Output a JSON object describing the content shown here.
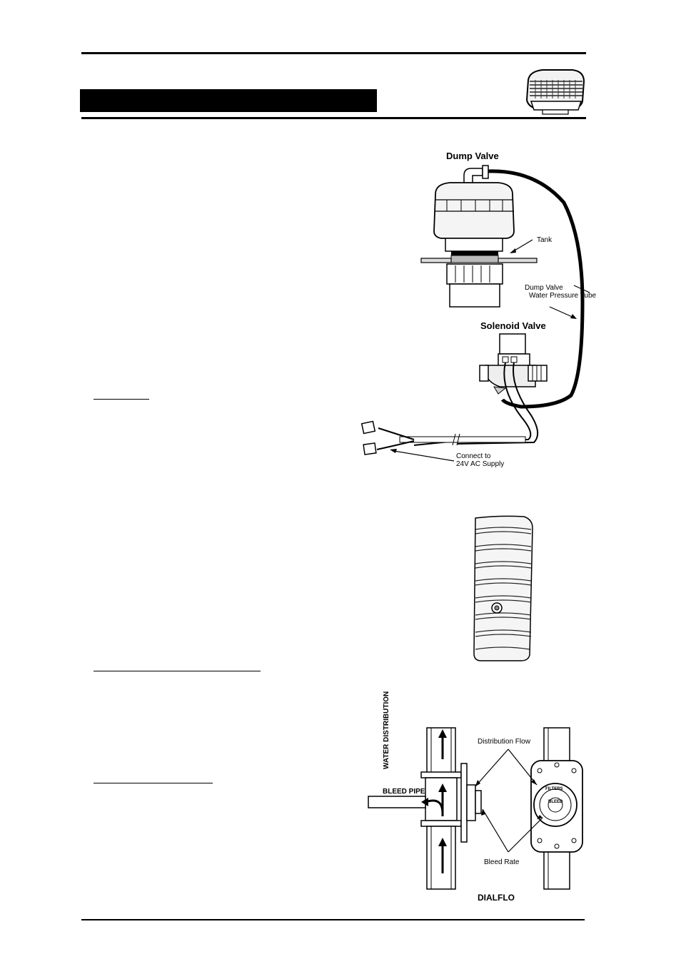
{
  "figures": {
    "dump_valve": {
      "title": "Dump Valve",
      "tank_label": "Tank",
      "tube_label_line1": "Dump Valve",
      "tube_label_line2": "Water Pressure Tube",
      "solenoid_title": "Solenoid Valve",
      "supply_label_line1": "Connect to",
      "supply_label_line2": "24V AC Supply"
    },
    "dialflo": {
      "vertical_label": "WATER DISTRIBUTION",
      "bleed_pipe_label": "BLEED PIPE",
      "distribution_flow_label": "Distribution Flow",
      "bleed_rate_label": "Bleed Rate",
      "dial_filters_text": "FILTERS",
      "dial_bleed_text": "BLEED",
      "caption": "DIALFLO"
    }
  }
}
